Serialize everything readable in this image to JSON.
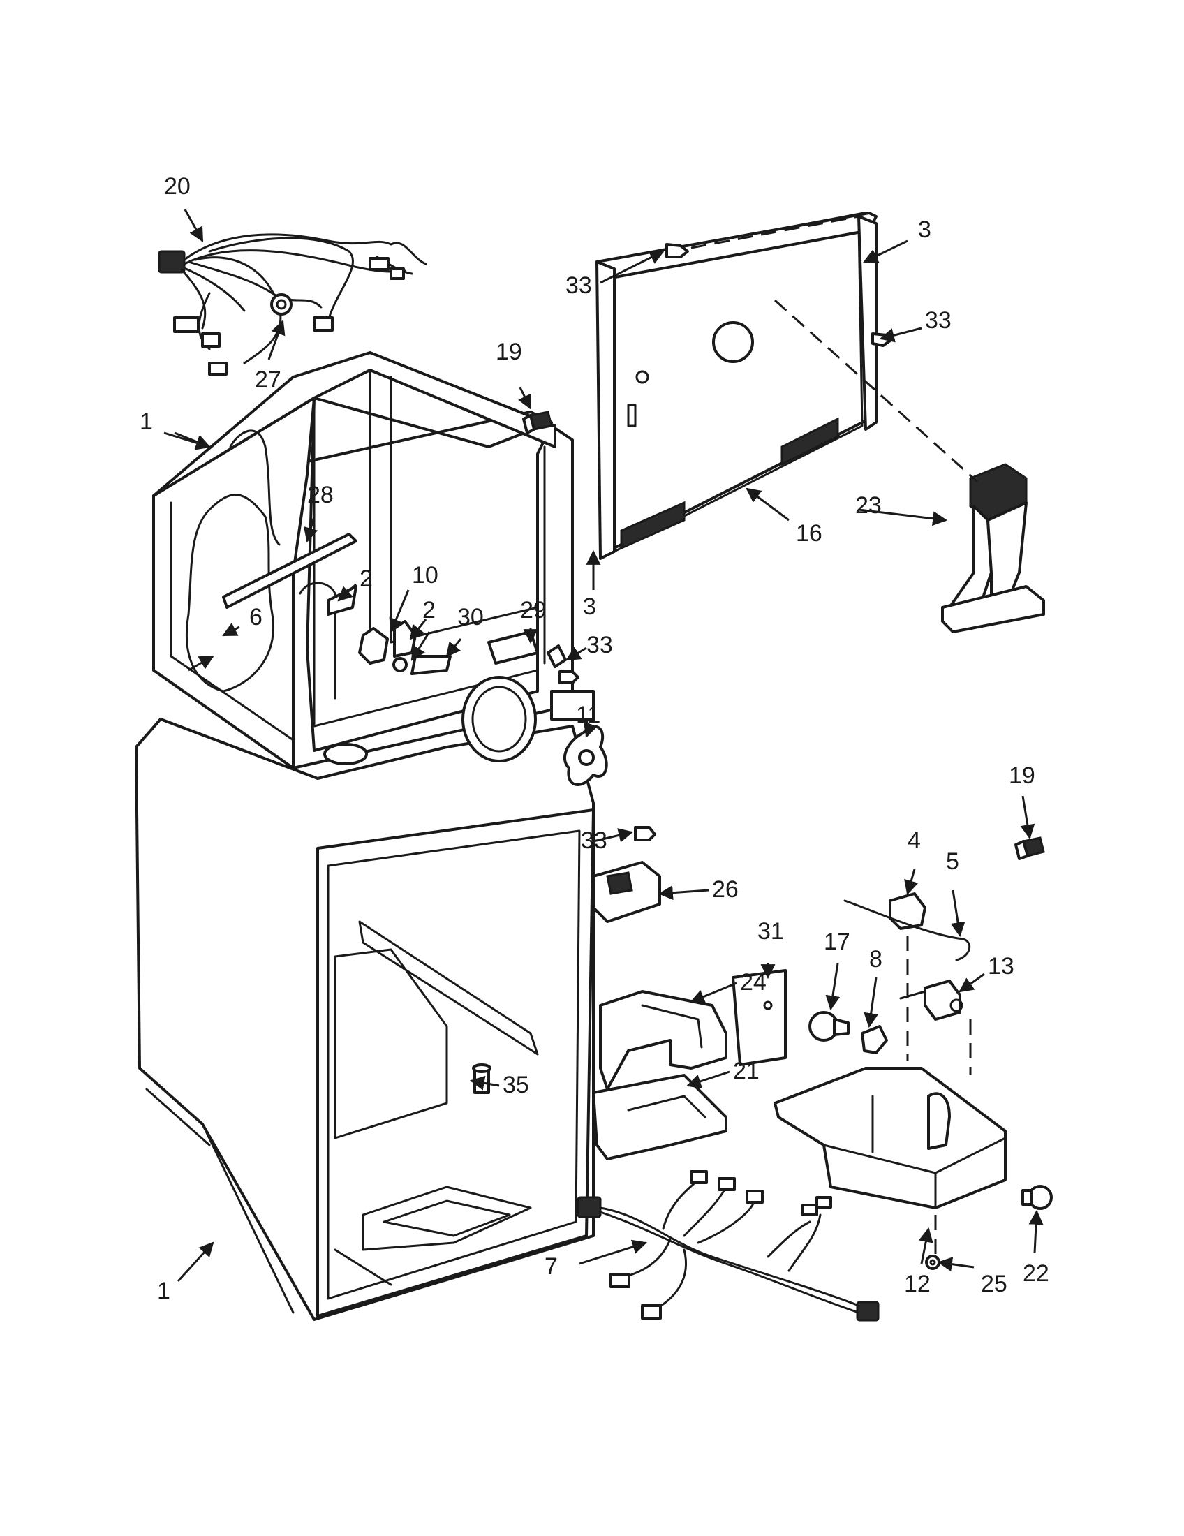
{
  "callouts": {
    "c1a": "1",
    "c1b": "1",
    "c2a": "2",
    "c2b": "2",
    "c3a": "3",
    "c3b": "3",
    "c4": "4",
    "c5": "5",
    "c6": "6",
    "c7": "7",
    "c8": "8",
    "c10": "10",
    "c11": "11",
    "c12": "12",
    "c13": "13",
    "c16": "16",
    "c17": "17",
    "c19a": "19",
    "c19b": "19",
    "c20": "20",
    "c21": "21",
    "c22": "22",
    "c23": "23",
    "c24": "24",
    "c25": "25",
    "c26": "26",
    "c27": "27",
    "c28": "28",
    "c29": "29",
    "c30": "30",
    "c31": "31",
    "c33a": "33",
    "c33b": "33",
    "c33c": "33",
    "c33d": "33",
    "c35": "35"
  }
}
